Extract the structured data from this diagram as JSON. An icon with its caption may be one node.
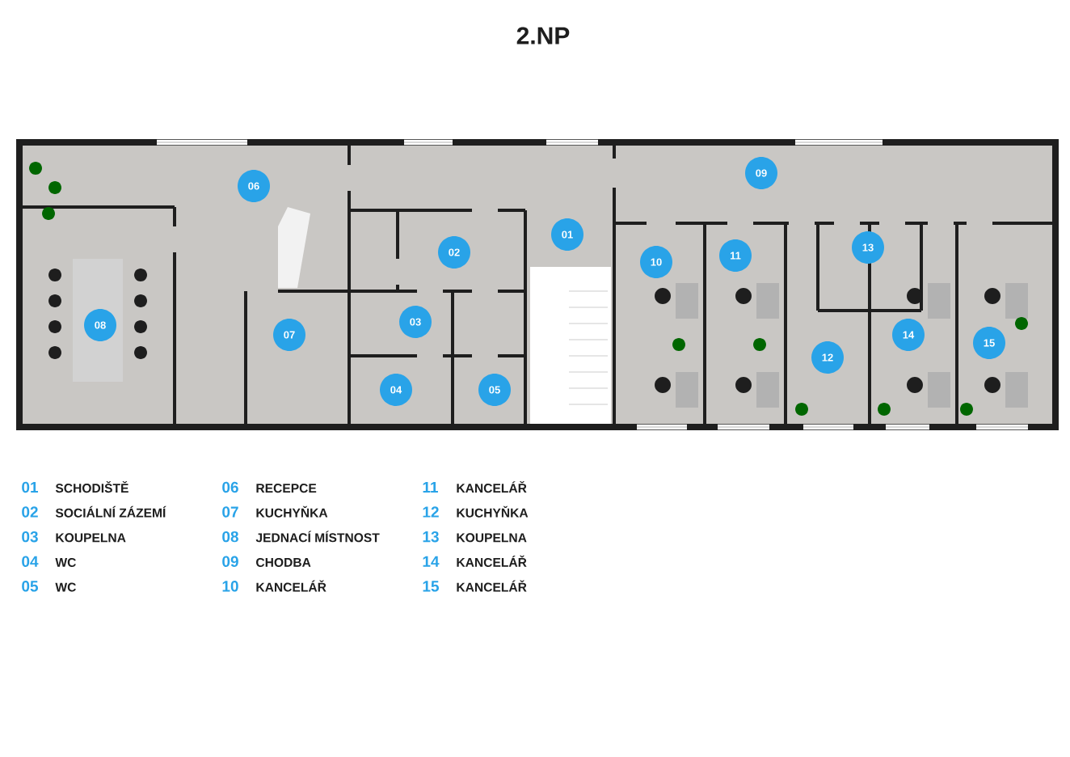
{
  "diagram": {
    "title": "2.NP",
    "nodes": [
      {
        "text": [
          "01"
        ]
      },
      {
        "text": [
          "02"
        ]
      },
      {
        "text": [
          "03"
        ]
      },
      {
        "text": [
          "04"
        ]
      },
      {
        "text": [
          "05"
        ]
      },
      {
        "text": [
          "06"
        ]
      },
      {
        "text": [
          "07"
        ]
      },
      {
        "text": [
          "08"
        ]
      },
      {
        "text": [
          "09"
        ]
      },
      {
        "text": [
          "10"
        ]
      },
      {
        "text": [
          "11"
        ]
      },
      {
        "text": [
          "12"
        ]
      },
      {
        "text": [
          "13"
        ]
      },
      {
        "text": [
          "14"
        ]
      },
      {
        "text": [
          "15"
        ]
      }
    ],
    "labels": [
      "01",
      "SCHODIŠTĚ",
      "06",
      "RECEPCE",
      "11",
      "KANCELÁŘ",
      "02",
      "SOCIÁLNÍ ZÁZEMÍ",
      "07",
      "KUCHYŇKA",
      "12",
      "KUCHYŇKA",
      "03",
      "KOUPELNA",
      "08",
      "JEDNACÍ MÍSTNOST",
      "13",
      "KOUPELNA",
      "04",
      "WC",
      "09",
      "CHODBA",
      "14",
      "KANCELÁŘ",
      "05",
      "WC",
      "10",
      "KANCELÁŘ",
      "15",
      "KANCELÁŘ"
    ]
  }
}
